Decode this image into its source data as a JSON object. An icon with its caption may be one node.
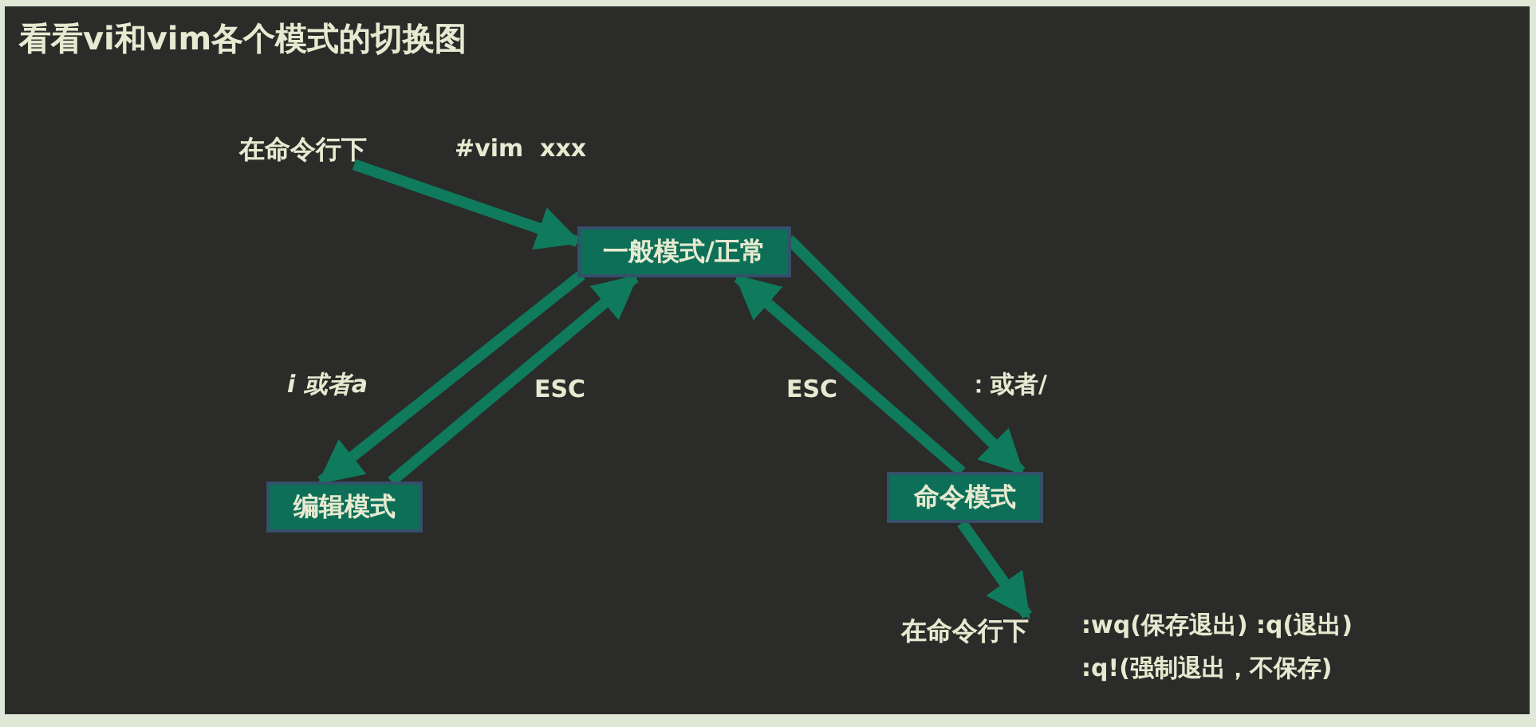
{
  "diagram": {
    "title": "看看vi和vim各个模式的切换图",
    "nodes": [
      {
        "text": [
          "在命令行下"
        ]
      },
      {
        "text": [
          "一般模式/正常"
        ]
      },
      {
        "text": [
          "编辑模式"
        ]
      },
      {
        "text": [
          "命令模式"
        ]
      },
      {
        "text": [
          "在命令行下"
        ]
      }
    ],
    "edges": [
      {
        "from": 0,
        "to": 1,
        "arrow": "to",
        "label": "#vim  xxx"
      },
      {
        "from": 1,
        "to": 2,
        "arrow": "to",
        "label": "*i 或者a*"
      },
      {
        "from": 2,
        "to": 1,
        "arrow": "to",
        "label": "ESC"
      },
      {
        "from": 1,
        "to": 3,
        "arrow": "to",
        "label": "：或者/"
      },
      {
        "from": 3,
        "to": 1,
        "arrow": "to",
        "label": "ESC"
      },
      {
        "from": 3,
        "to": 4,
        "arrow": "to"
      }
    ],
    "labels": [
      ":wq(保存退出) :q(退出)",
      ":q!(强制退出，不保存)"
    ]
  }
}
